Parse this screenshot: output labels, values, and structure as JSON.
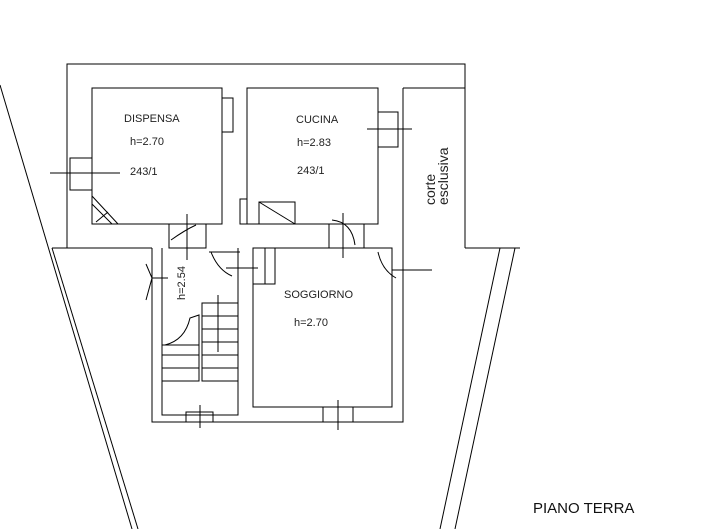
{
  "title": "PIANO TERRA",
  "rooms": {
    "dispensa": {
      "name": "DISPENSA",
      "height": "h=2.70",
      "parcel": "243/1"
    },
    "cucina": {
      "name": "CUCINA",
      "height": "h=2.83",
      "parcel": "243/1"
    },
    "soggiorno": {
      "name": "SOGGIORNO",
      "height": "h=2.70"
    },
    "stair_hall": {
      "height": "h=2.54"
    }
  },
  "corte": {
    "line1": "corte",
    "line2": "esclusiva"
  },
  "colors": {
    "lines": "#000000",
    "background": "#ffffff"
  }
}
